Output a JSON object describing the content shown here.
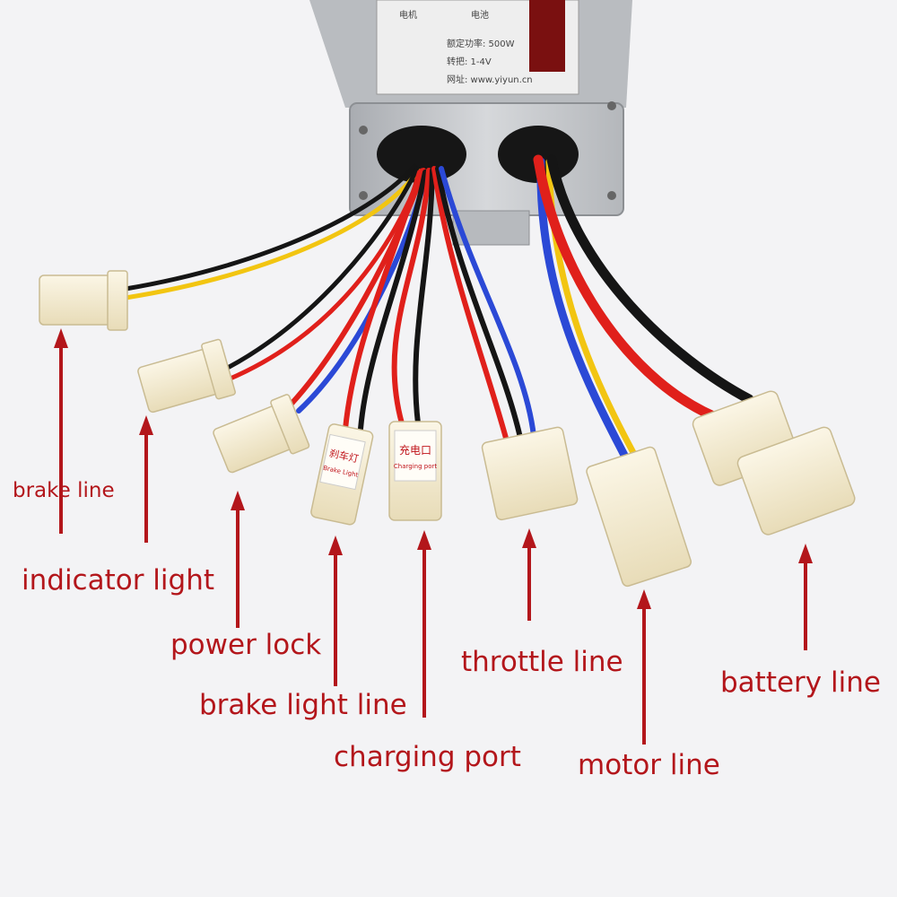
{
  "controller": {
    "spec_rated_power": "额定功率: 500W",
    "spec_voltage": "转把: 1-4V",
    "spec_website": "网址: www.yiyun.cn",
    "spec_motor_label": "电机",
    "spec_power_label": "电池"
  },
  "connector_tags": {
    "brake_light_cn": "刹车灯",
    "brake_light_en": "Brake Light",
    "charging_cn": "充电口",
    "charging_en": "Charging port"
  },
  "labels": {
    "brake_line": "brake line",
    "indicator_light": "indicator light",
    "power_lock": "power lock",
    "brake_light_line": "brake light line",
    "charging_port": "charging port",
    "throttle_line": "throttle line",
    "motor_line": "motor line",
    "battery_line": "battery line"
  },
  "colors": {
    "arrow": "#b3161b",
    "wire_red": "#e0201b",
    "wire_black": "#151515",
    "wire_blue": "#2b49d6",
    "wire_yellow": "#f2c511",
    "connector": "#f4ecd2",
    "housing": "#c9cbcf"
  }
}
